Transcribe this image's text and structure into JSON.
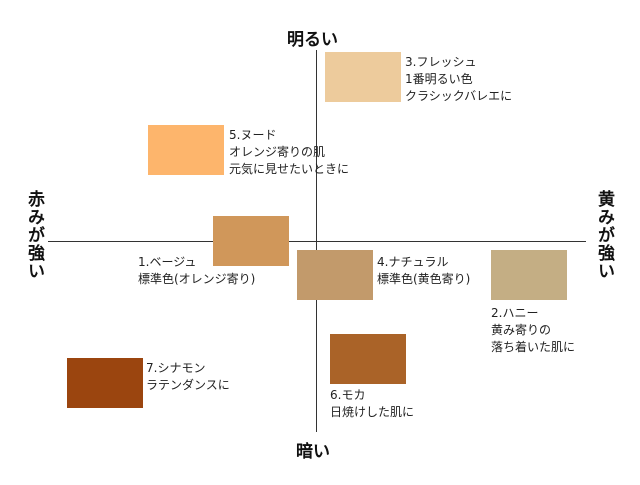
{
  "axes": {
    "top": "明るい",
    "bottom": "暗い",
    "left": "赤みが強い",
    "right": "黄みが強い"
  },
  "items": [
    {
      "id": "1",
      "lines": [
        "1.ベージュ",
        "標準色(オレンジ寄り)"
      ],
      "color": "#D0975A"
    },
    {
      "id": "2",
      "lines": [
        "2.ハニー",
        "黄み寄りの",
        "落ち着いた肌に"
      ],
      "color": "#C4AE84"
    },
    {
      "id": "3",
      "lines": [
        "3.フレッシュ",
        "1番明るい色",
        "クラシックバレエに"
      ],
      "color": "#EDCB9C"
    },
    {
      "id": "4",
      "lines": [
        "4.ナチュラル",
        "標準色(黄色寄り)"
      ],
      "color": "#C29A6B"
    },
    {
      "id": "5",
      "lines": [
        "5.ヌード",
        "オレンジ寄りの肌",
        "元気に見せたいときに"
      ],
      "color": "#FDB56C"
    },
    {
      "id": "6",
      "lines": [
        "6.モカ",
        "日焼けした肌に"
      ],
      "color": "#AA6328"
    },
    {
      "id": "7",
      "lines": [
        "7.シナモン",
        "ラテンダンスに"
      ],
      "color": "#9B450F"
    }
  ]
}
